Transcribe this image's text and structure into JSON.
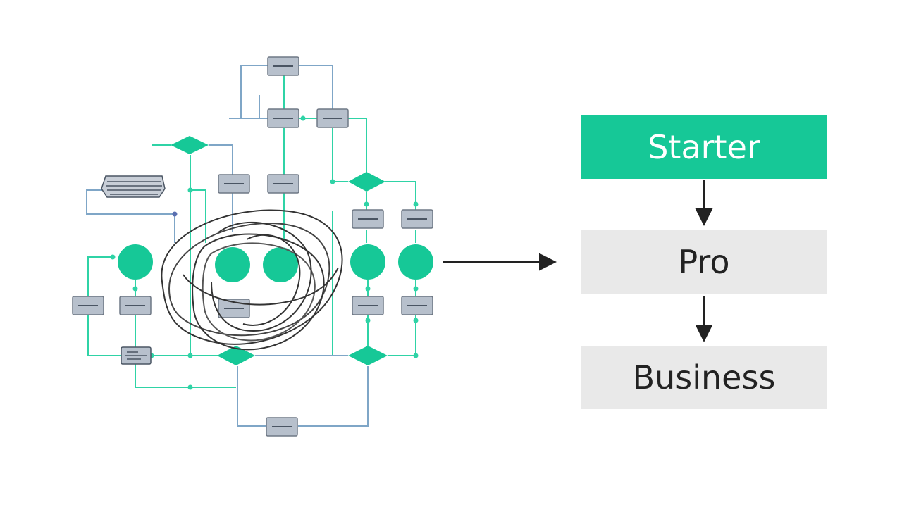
{
  "colors": {
    "accent": "#16c897",
    "node_fill": "#b7c0cc",
    "node_stroke": "#6f7885",
    "line_teal": "#2fd3a6",
    "line_blue": "#7fa6c7",
    "arrow": "#222222",
    "tier_gray": "#e9e9e9"
  },
  "icons": {
    "tangle": "tangled-loop-icon",
    "transform_arrow": "right-arrow-icon",
    "step_arrow": "down-arrow-icon"
  },
  "tiers": [
    {
      "label": "Starter",
      "highlighted": true
    },
    {
      "label": "Pro",
      "highlighted": false
    },
    {
      "label": "Business",
      "highlighted": false
    }
  ]
}
